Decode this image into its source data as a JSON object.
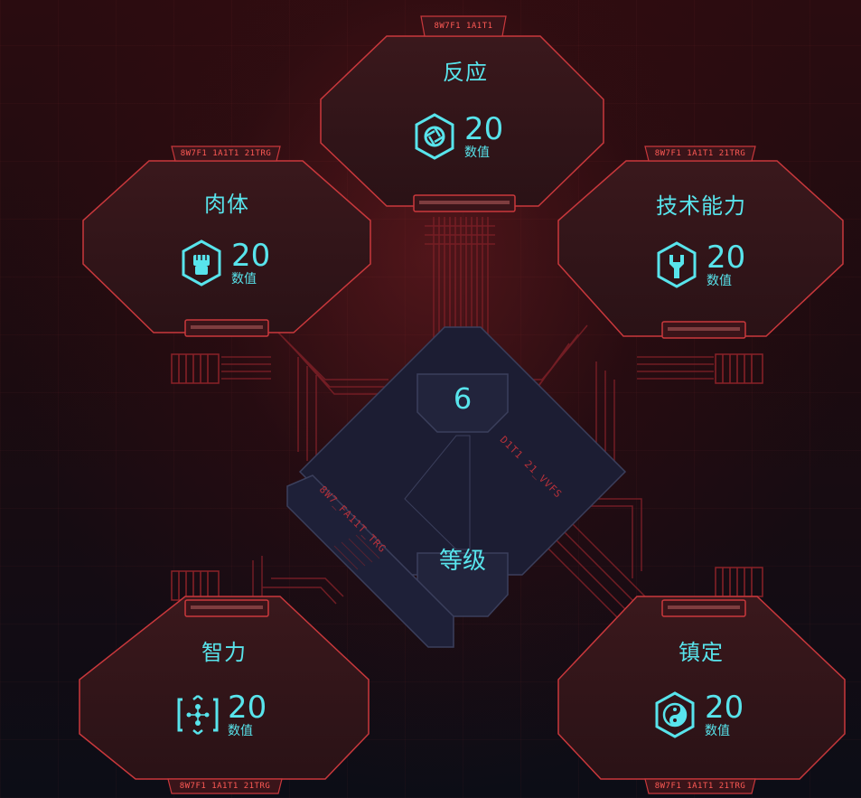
{
  "attributes": [
    {
      "id": "reflexes",
      "label": "反应",
      "value": "20",
      "unit": "数值",
      "code": "8W7F1 1A1T1",
      "icon": "aperture-icon"
    },
    {
      "id": "body",
      "label": "肉体",
      "value": "20",
      "unit": "数值",
      "code": "8W7F1 1A1T1 21TRG",
      "icon": "fist-icon"
    },
    {
      "id": "technical",
      "label": "技术能力",
      "value": "20",
      "unit": "数值",
      "code": "8W7F1 1A1T1 21TRG",
      "icon": "wrench-icon"
    },
    {
      "id": "intelligence",
      "label": "智力",
      "value": "20",
      "unit": "数值",
      "code": "8W7F1 1A1T1 21TRG",
      "icon": "circuit-brain-icon"
    },
    {
      "id": "cool",
      "label": "镇定",
      "value": "20",
      "unit": "数值",
      "code": "8W7F1 1A1T1 21TRG",
      "icon": "yin-yang-icon"
    }
  ],
  "level": {
    "value": "6",
    "label": "等级",
    "code_right": "D1T1 21_VVFS",
    "code_left": "8W7_FA11T_TRG"
  },
  "colors": {
    "accent": "#58e4ec",
    "frame": "#c9383c",
    "code": "#ff5a55",
    "panel": "#2e1519",
    "center": "#1c1d33"
  }
}
